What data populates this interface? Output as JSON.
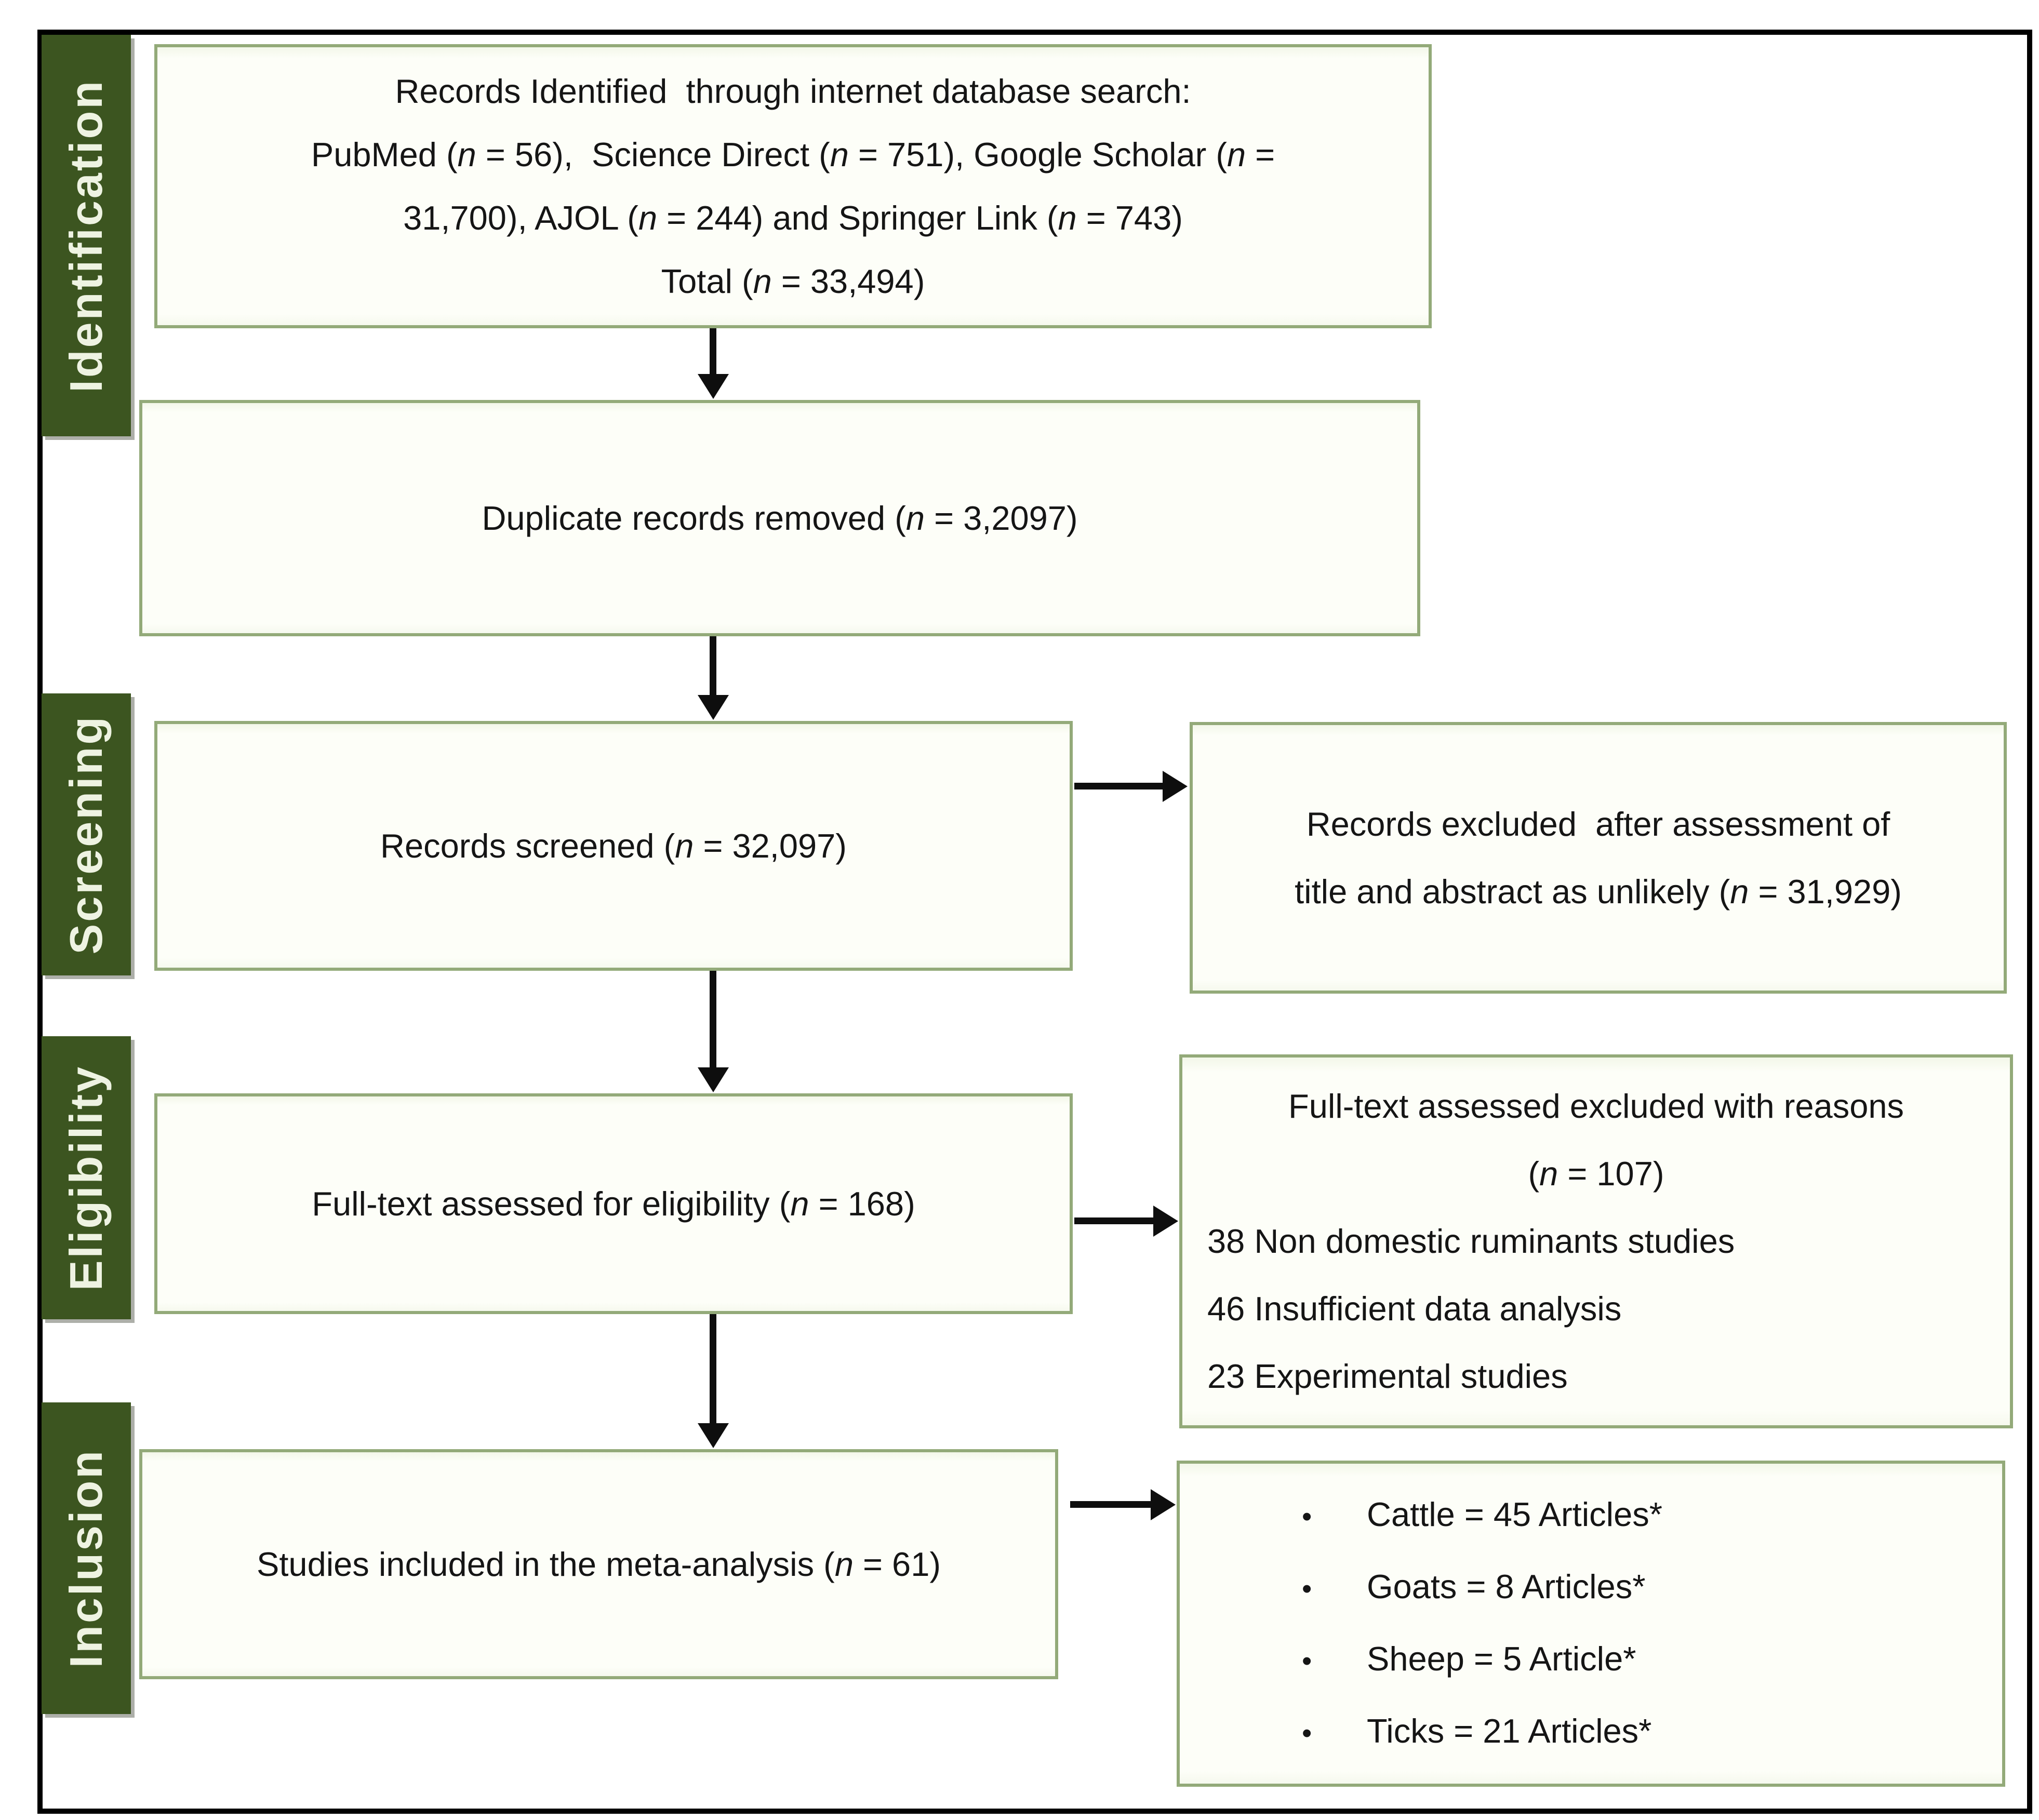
{
  "colors": {
    "sidebar_green": "#3c5520",
    "box_border": "#93aa79",
    "arrow_black": "#0e0e0e",
    "sidebar_text": "#eef3e2",
    "body_text": "#151515"
  },
  "sidebar": {
    "identification": "Identification",
    "screening": "Screening",
    "eligibility": "Eligibility",
    "inclusion": "Inclusion"
  },
  "flow": {
    "identified": {
      "line1": "Records Identified  through internet database search:",
      "line2": "PubMed (n = 56),  Science Direct (n = 751), Google Scholar (n =",
      "line3": "31,700), AJOL (n = 244) and Springer Link (n = 743)",
      "line4": "Total (n = 33,494)"
    },
    "duplicates_removed": {
      "text": "Duplicate records removed (n = 3,2097)"
    },
    "records_screened": {
      "text": "Records screened (n = 32,097)"
    },
    "records_excluded": {
      "line1": "Records excluded  after assessment of",
      "line2": "title and abstract as unlikely (n = 31,929)"
    },
    "fulltext_assessed": {
      "text": "Full-text assessed for eligibility (n = 168)"
    },
    "fulltext_excluded": {
      "title": "Full-text assessed excluded with reasons",
      "count": "(n = 107)",
      "reason1": "38 Non domestic ruminants studies",
      "reason2": "46 Insufficient data analysis",
      "reason3": "23 Experimental studies"
    },
    "included": {
      "text": "Studies included in the meta-analysis (n = 61)"
    },
    "breakdown": {
      "bullet": "•",
      "item1": "Cattle = 45 Articles*",
      "item2": "Goats = 8 Articles*",
      "item3": "Sheep = 5 Article*",
      "item4": "Ticks = 21 Articles*"
    }
  }
}
